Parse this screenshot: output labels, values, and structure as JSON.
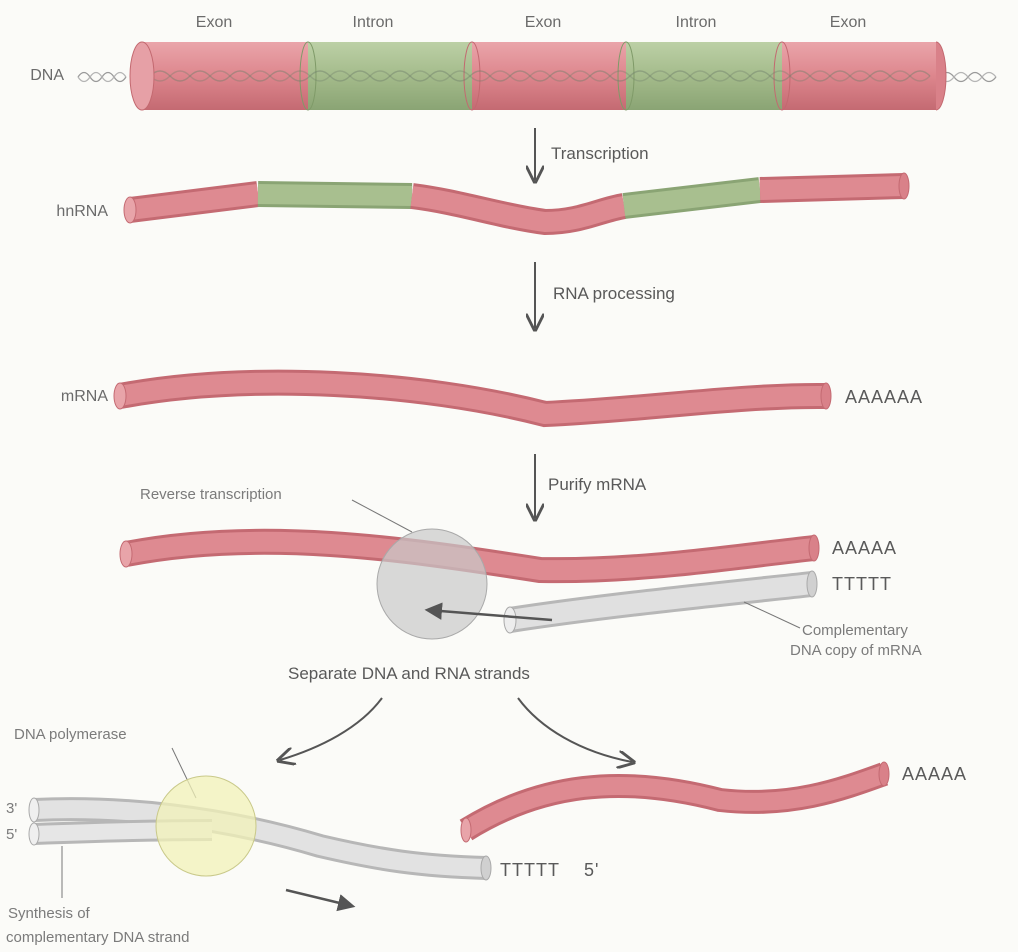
{
  "colors": {
    "exon": "#df8e94",
    "exon_dark": "#c86e76",
    "intron": "#a8bf8f",
    "intron_dark": "#8aa675",
    "dna_copy": "#d9d9d9",
    "dna_copy_dark": "#b7b7b7",
    "reverse_transcriptase": "#c9c9c9",
    "polymerase": "#f3f3bc",
    "arrow": "#555555",
    "text": "#6a6a6a"
  },
  "header": {
    "segments": [
      "Exon",
      "Intron",
      "Exon",
      "Intron",
      "Exon"
    ]
  },
  "row_labels": {
    "dna": "DNA",
    "hnrna": "hnRNA",
    "mrna": "mRNA"
  },
  "steps": {
    "transcription": "Transcription",
    "rna_processing": "RNA processing",
    "purify_mrna": "Purify mRNA",
    "separate": "Separate DNA and RNA strands"
  },
  "callouts": {
    "reverse_transcription": "Reverse transcription",
    "complementary_line1": "Complementary",
    "complementary_line2": "DNA copy of mRNA",
    "dna_polymerase": "DNA polymerase",
    "synthesis_line1": "Synthesis of",
    "synthesis_line2": "complementary DNA strand"
  },
  "tails": {
    "mrna_polyA": "AAAAAA",
    "hybrid_polyA": "AAAAA",
    "hybrid_polyT": "TTTTT",
    "free_rna_polyA": "AAAAA",
    "cdna_polyT": "TTTTT",
    "cdna_5prime": "5'"
  },
  "ends": {
    "three_prime": "3'",
    "five_prime": "5'"
  }
}
